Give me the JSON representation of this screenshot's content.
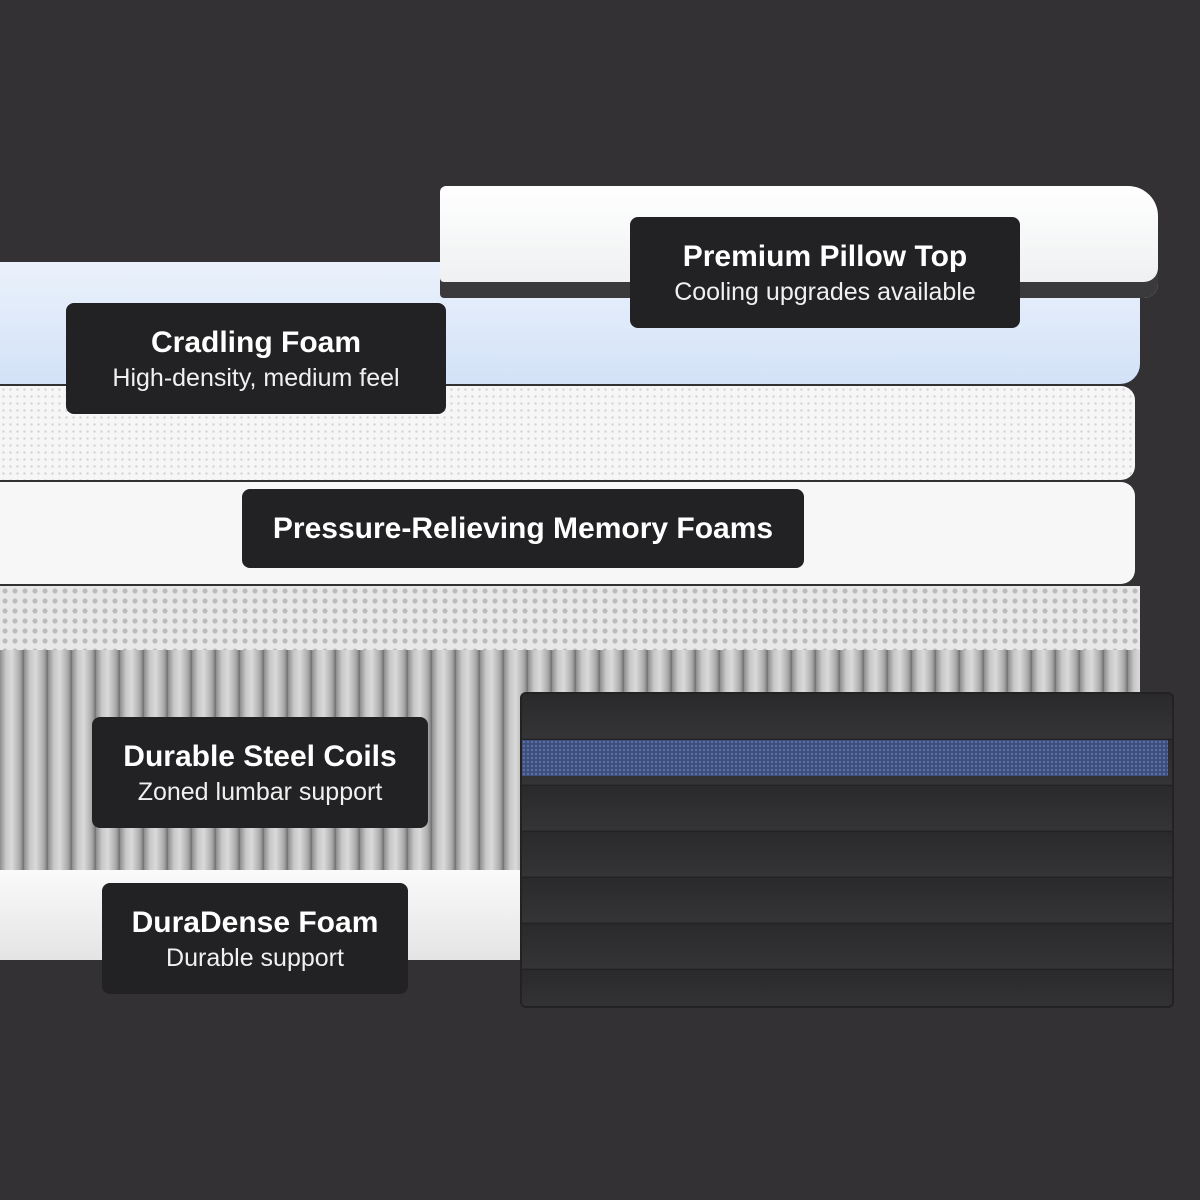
{
  "labels": {
    "pillow_top": {
      "title": "Premium Pillow Top",
      "subtitle": "Cooling upgrades available"
    },
    "cradling_foam": {
      "title": "Cradling Foam",
      "subtitle": "High-density, medium feel"
    },
    "memory_foams": {
      "title": "Pressure-Relieving Memory Foams"
    },
    "steel_coils": {
      "title": "Durable Steel Coils",
      "subtitle": "Zoned lumbar support"
    },
    "duradense_foam": {
      "title": "DuraDense Foam",
      "subtitle": "Durable support"
    }
  },
  "colors": {
    "background": "#333133",
    "label_bg": "#222123"
  }
}
